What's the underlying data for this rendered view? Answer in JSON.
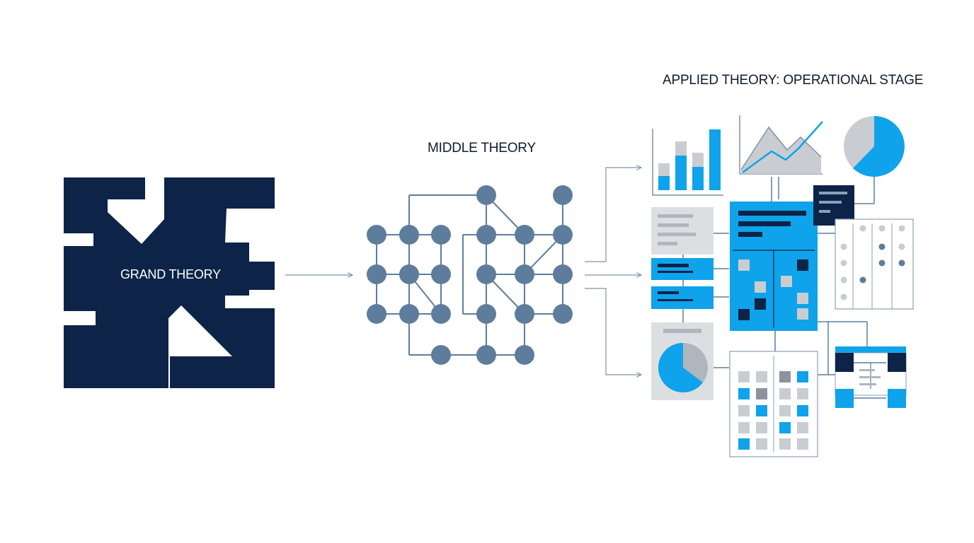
{
  "grand_theory": {
    "label": "GRAND THEORY"
  },
  "middle_theory": {
    "label": "MIDDLE THEORY"
  },
  "applied_theory": {
    "label": "APPLIED THEORY: OPERATIONAL STAGE"
  },
  "colors": {
    "navy": "#0d2448",
    "node": "#5e7d9c",
    "line_grey": "#7f92a6",
    "blue": "#0ea3ea",
    "light_grey": "#c9cdd2",
    "ink": "#0f1b30"
  }
}
